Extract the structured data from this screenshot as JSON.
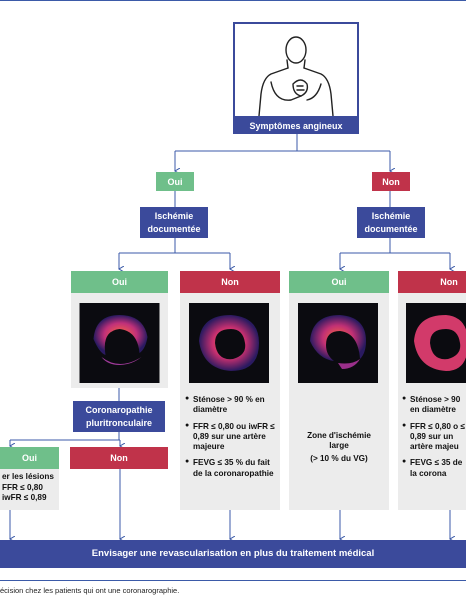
{
  "top": {
    "label": "Symptômes angineux"
  },
  "level1": {
    "yes": "Oui",
    "no": "Non"
  },
  "ischemia": {
    "label": "Ischémie documentée"
  },
  "level2": {
    "yes": "Oui",
    "no": "Non"
  },
  "multivessel": {
    "label": "Coronaropathie pluritronculaire"
  },
  "level3": {
    "yes": "Oui",
    "no": "Non"
  },
  "left_panel": {
    "lines": [
      "er les lésions",
      "FFR ≤ 0,80",
      "iwFR ≤ 0,89"
    ]
  },
  "no_ischemia_criteria": {
    "item1": "Sténose > 90 % en diamètre",
    "item2": "FFR ≤ 0,80 ou iwFR ≤ 0,89 sur une artère majeure",
    "item3": "FEVG ≤ 35 % du fait de la coronaropathie"
  },
  "large_ischemia": {
    "line1": "Zone d'ischémie",
    "line2": "large",
    "line3": "(> 10 % du VG)"
  },
  "right_cut_criteria": {
    "item1": "Sténose > 90 en diamètre",
    "item2": "FFR ≤ 0,80 o ≤ 0,89 sur un artère majeu",
    "item3": "FEVG ≤ 35 de la corona"
  },
  "bottom": {
    "label": "Envisager une revascularisation en plus du traitement médical"
  },
  "footnote": {
    "text": "écision chez les patients qui ont une coronarographie."
  },
  "colors": {
    "navy": "#3b4a9b",
    "green": "#6fbf8a",
    "red": "#c0334a",
    "line": "#3b5aa8",
    "panel": "#ececec"
  }
}
